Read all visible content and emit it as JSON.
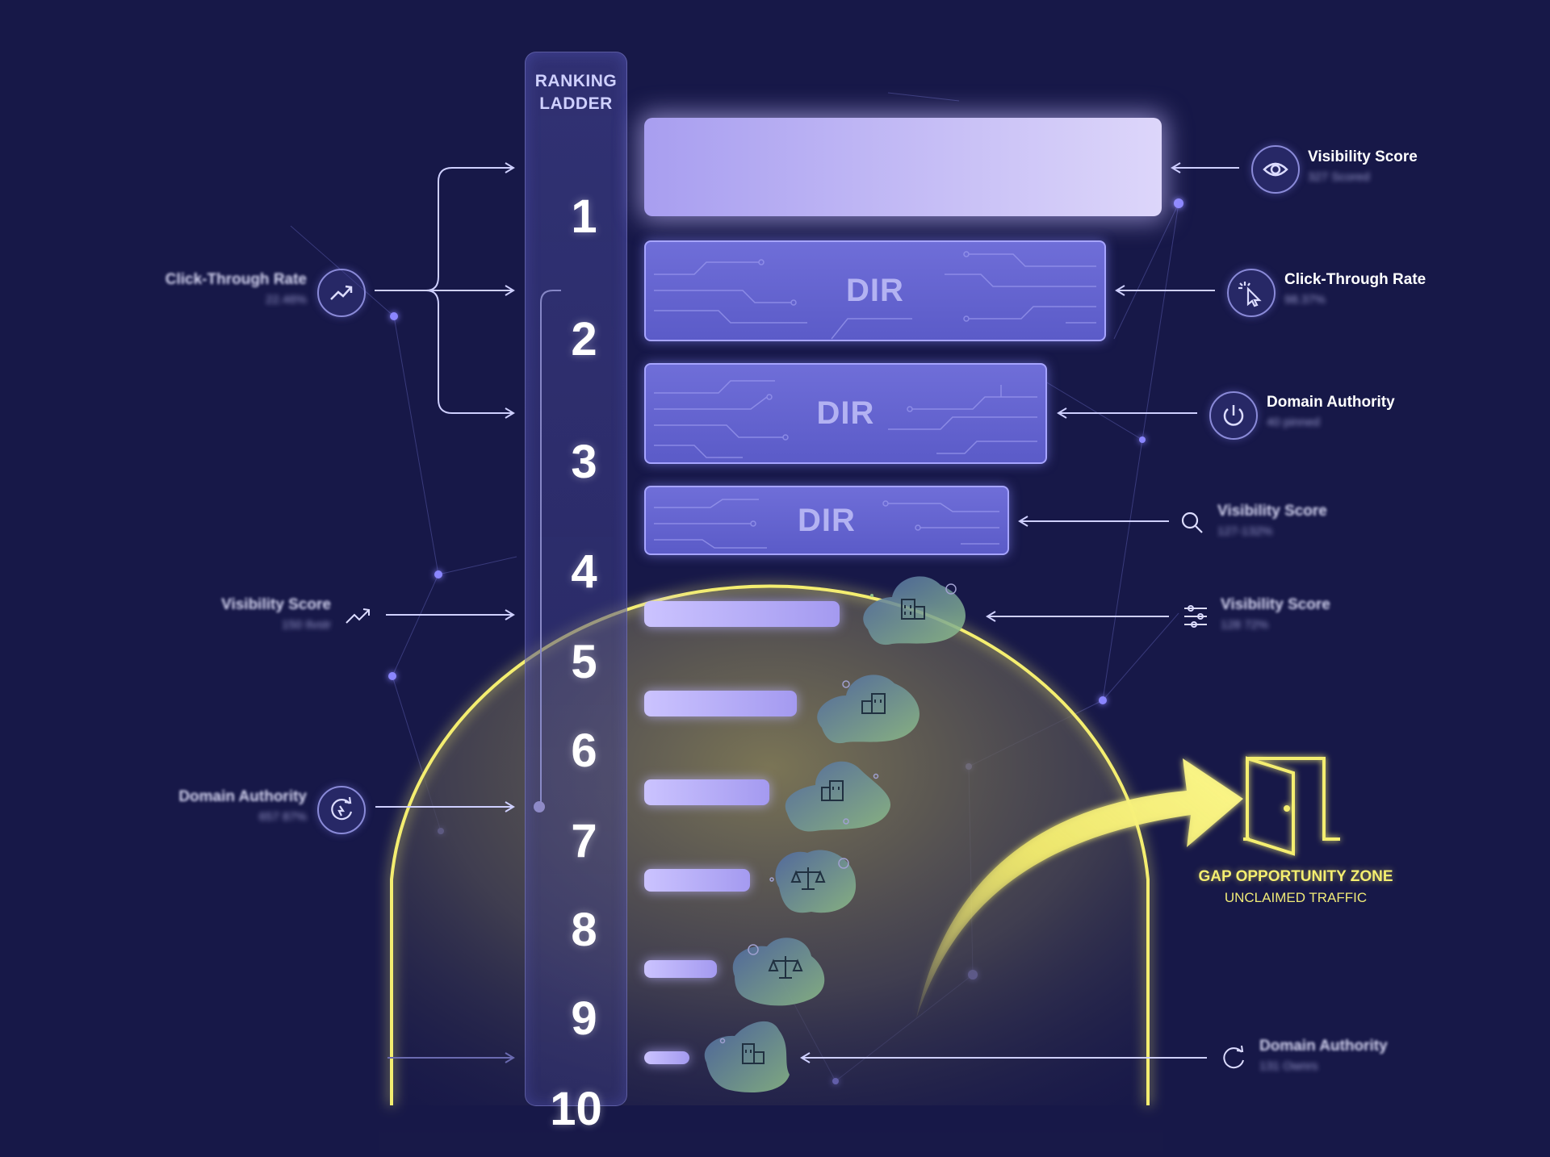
{
  "ladder": {
    "title_line1": "RANKING",
    "title_line2": "LADDER",
    "ranks": [
      "1",
      "2",
      "3",
      "4",
      "5",
      "6",
      "7",
      "8",
      "9",
      "10"
    ]
  },
  "bars": {
    "dir_label": "DIR"
  },
  "metrics": {
    "right": [
      {
        "label": "Visibility Score",
        "sub": "327 Scored",
        "icon": "eye-icon"
      },
      {
        "label": "Click-Through Rate",
        "sub": "98.37%",
        "icon": "cursor-click-icon"
      },
      {
        "label": "Domain Authority",
        "sub": "40 pinned",
        "icon": "power-icon"
      },
      {
        "label": "Visibility Score",
        "sub": "127-132%",
        "icon": "search-icon"
      },
      {
        "label": "Visibility Score",
        "sub": "128 72%",
        "icon": "sliders-icon"
      },
      {
        "label": "Domain Authority",
        "sub": "131 Ownrs",
        "icon": "refresh-icon"
      }
    ],
    "left": [
      {
        "label": "Click-Through Rate",
        "sub": "22.46%",
        "icon": "trend-up-icon"
      },
      {
        "label": "Visibility Score",
        "sub": "150 Ilvstr",
        "icon": "trend-line-icon"
      },
      {
        "label": "Domain Authority",
        "sub": "657 87%",
        "icon": "refresh-icon"
      }
    ]
  },
  "gap_zone": {
    "title": "GAP OPPORTUNITY ZONE",
    "subtitle": "UNCLAIMED TRAFFIC",
    "icon": "open-door-icon"
  },
  "colors": {
    "background": "#171848",
    "accent_purple": "#8b86ff",
    "zone_yellow": "#f4ee70",
    "blob_green": "#7fb08a"
  }
}
